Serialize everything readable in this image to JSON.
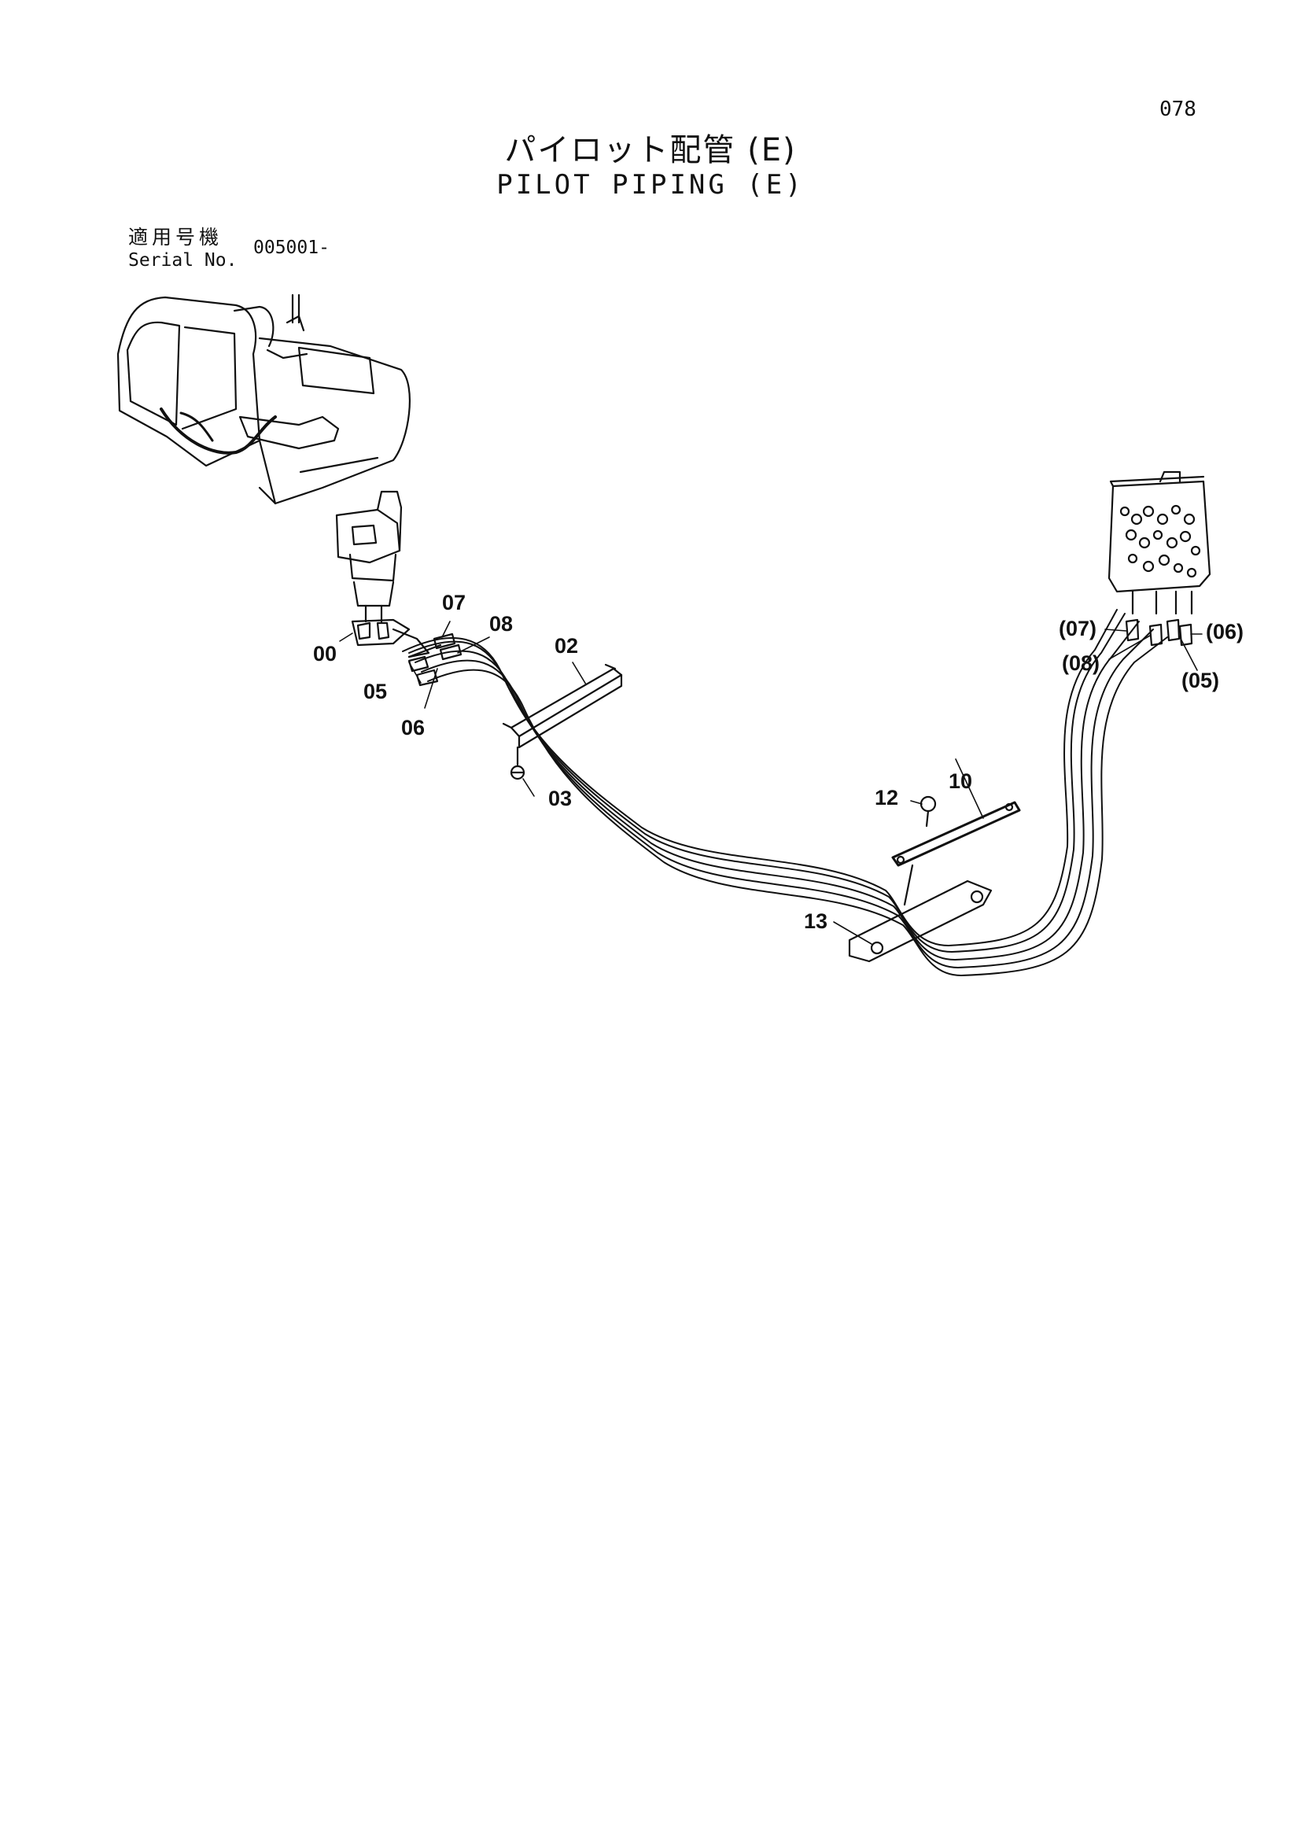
{
  "page_number": "078",
  "title_jp": "パイロット配管 (E)",
  "title_en": "PILOT PIPING (E)",
  "serial": {
    "label_jp": "適用号機",
    "label_en": "Serial No.",
    "value": "005001-"
  },
  "callouts": {
    "c00": "00",
    "c05": "05",
    "c06": "06",
    "c07": "07",
    "c08": "08",
    "c02": "02",
    "c03": "03",
    "c10": "10",
    "c12": "12",
    "c13": "13",
    "r07": "(07)",
    "r08": "(08)",
    "r06": "(06)",
    "r05": "(05)"
  }
}
